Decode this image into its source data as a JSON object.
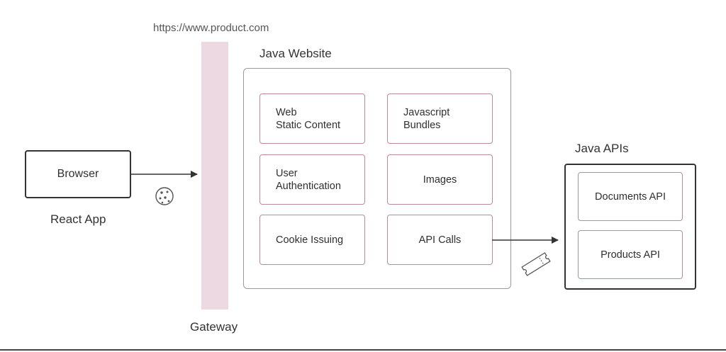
{
  "url": "https://www.product.com",
  "gateway": {
    "label": "Gateway"
  },
  "client": {
    "box_label": "Browser",
    "caption": "React App"
  },
  "website": {
    "title": "Java Website",
    "cards": [
      {
        "line1": "Web",
        "line2": "Static Content"
      },
      {
        "line1": "Javascript",
        "line2": "Bundles"
      },
      {
        "line1": "User",
        "line2": "Authentication"
      },
      {
        "label": "Images"
      },
      {
        "label": "Cookie Issuing"
      },
      {
        "label": "API Calls"
      }
    ]
  },
  "apis": {
    "title": "Java APIs",
    "items": [
      "Documents API",
      "Products API"
    ]
  },
  "icons": {
    "cookie": "cookie-icon",
    "token": "ticket-icon"
  },
  "colors": {
    "gateway": "#ecd9e2",
    "card_border": "#b98a9a",
    "line": "#333333"
  }
}
